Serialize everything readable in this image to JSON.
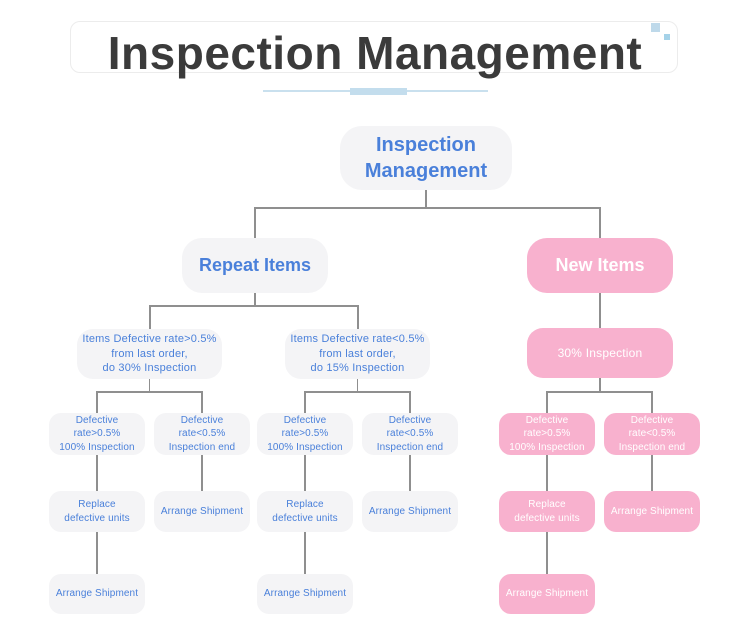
{
  "header": {
    "title": "Inspection Management"
  },
  "colors": {
    "blue_text": "#4a80da",
    "pink": "#f8b1ce",
    "node_bg": "#f4f4f6",
    "line": "#8f8f8f",
    "title": "#3b3b3b",
    "underline": "#c9e0ee",
    "underline_accent": "#c3dded"
  },
  "tree": {
    "root": "Inspection\nManagement",
    "branch_left": "Repeat Items",
    "branch_right": "New Items",
    "groups": [
      {
        "header": "Items Defective rate>0.5%\nfrom last order,\ndo 30% Inspection",
        "col_a": [
          "Defective rate>0.5%\n100% Inspection",
          "Replace\ndefective units",
          "Arrange Shipment"
        ],
        "col_b": [
          "Defective rate<0.5%\nInspection end",
          "Arrange Shipment"
        ]
      },
      {
        "header": "Items Defective rate<0.5%\nfrom last order,\ndo 15% Inspection",
        "col_a": [
          "Defective rate>0.5%\n100% Inspection",
          "Replace\ndefective units",
          "Arrange Shipment"
        ],
        "col_b": [
          "Defective rate<0.5%\nInspection end",
          "Arrange Shipment"
        ]
      },
      {
        "header": "30% Inspection",
        "col_a": [
          "Defective rate>0.5%\n100% Inspection",
          "Replace\ndefective units",
          "Arrange Shipment"
        ],
        "col_b": [
          "Defective rate<0.5%\nInspection end",
          "Arrange Shipment"
        ]
      }
    ]
  }
}
